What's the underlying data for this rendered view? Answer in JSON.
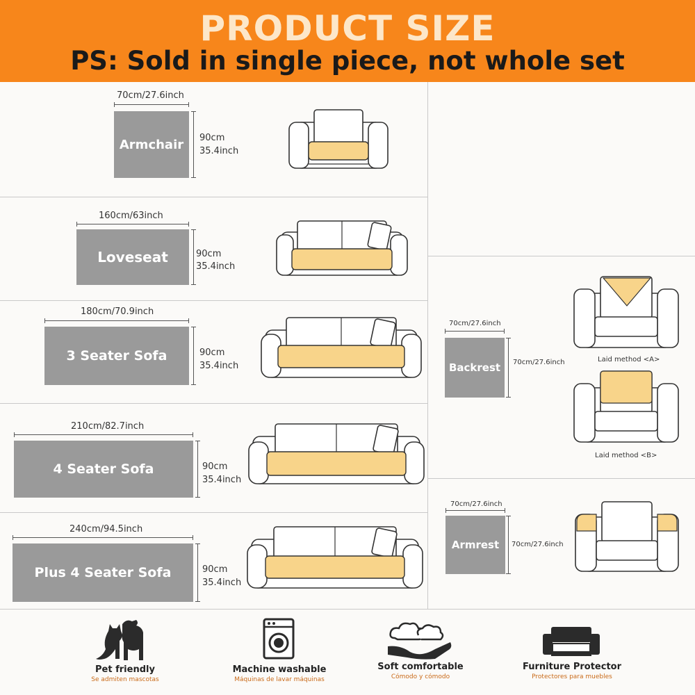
{
  "header": {
    "title": "PRODUCT SIZE",
    "subtitle": "PS: Sold in single piece, not whole set"
  },
  "colors": {
    "header_bg": "#f7861b",
    "cushion": "#f8d48a",
    "box_gray": "#9a9a9a"
  },
  "sizes": [
    {
      "name": "Armchair",
      "width_label": "70cm/27.6inch",
      "height_cm": "90cm",
      "height_in": "35.4inch",
      "icon": "armchair-icon"
    },
    {
      "name": "Loveseat",
      "width_label": "160cm/63inch",
      "height_cm": "90cm",
      "height_in": "35.4inch",
      "icon": "loveseat-icon"
    },
    {
      "name": "3 Seater Sofa",
      "width_label": "180cm/70.9inch",
      "height_cm": "90cm",
      "height_in": "35.4inch",
      "icon": "three-seater-sofa-icon"
    },
    {
      "name": "4 Seater Sofa",
      "width_label": "210cm/82.7inch",
      "height_cm": "90cm",
      "height_in": "35.4inch",
      "icon": "four-seater-sofa-icon"
    },
    {
      "name": "Plus 4 Seater Sofa",
      "width_label": "240cm/94.5inch",
      "height_cm": "90cm",
      "height_in": "35.4inch",
      "icon": "plus-four-seater-sofa-icon"
    }
  ],
  "backrest": {
    "name": "Backrest",
    "width_label": "70cm/27.6inch",
    "height_label": "70cm/27.6inch",
    "method_a": "Laid method <A>",
    "method_b": "Laid method <B>"
  },
  "armrest": {
    "name": "Armrest",
    "width_label": "70cm/27.6inch",
    "height_label": "70cm/27.6inch"
  },
  "features": [
    {
      "title": "Pet friendly",
      "subtitle": "Se admiten mascotas",
      "icon": "pet-icon"
    },
    {
      "title": "Machine washable",
      "subtitle": "Máquinas de lavar máquinas",
      "icon": "washing-machine-icon"
    },
    {
      "title": "Soft comfortable",
      "subtitle": "Cómodo y cómodo",
      "icon": "soft-cloud-hand-icon"
    },
    {
      "title": "Furniture Protector",
      "subtitle": "Protectores para muebles",
      "icon": "sofa-protector-icon"
    }
  ]
}
